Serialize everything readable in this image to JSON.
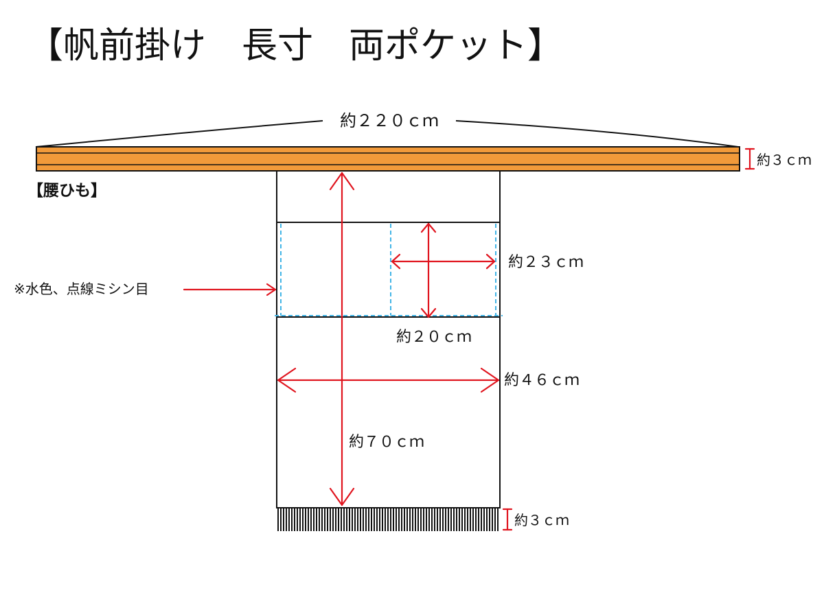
{
  "title": "【帆前掛け　長寸　両ポケット】",
  "colors": {
    "waist_tie_fill": "#f29a3a",
    "dimension_arrow": "#e0141e",
    "stitch_line": "#41b4e6",
    "outline": "#111111"
  },
  "labels": {
    "waist_tie_length": "約２２０ｃｍ",
    "waist_tie_width": "約３ｃｍ",
    "waist_tie_name": "【腰ひも】",
    "pocket_width": "約２３ｃｍ",
    "pocket_height": "約２０ｃｍ",
    "stitch_note": "※水色、点線ミシン目",
    "body_width": "約４６ｃｍ",
    "body_length": "約７０ｃｍ",
    "fringe_length": "約３ｃｍ"
  }
}
